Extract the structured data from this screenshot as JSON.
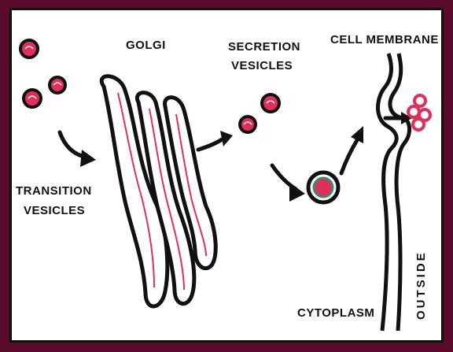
{
  "labels": {
    "golgi": "GOLGI",
    "secretion_line1": "SECRETION",
    "secretion_line2": "VESICLES",
    "cell_membrane": "CELL MEMBRANE",
    "transition_line1": "TRANSITION",
    "transition_line2": "VESICLES",
    "cytoplasm": "CYTOPLASM",
    "outside": "OUTSIDE"
  },
  "colors": {
    "border": "#5a0a2a",
    "accent_red": "#e0305a",
    "ink": "#111111",
    "vesicle_inner": "#3a8a6a"
  }
}
